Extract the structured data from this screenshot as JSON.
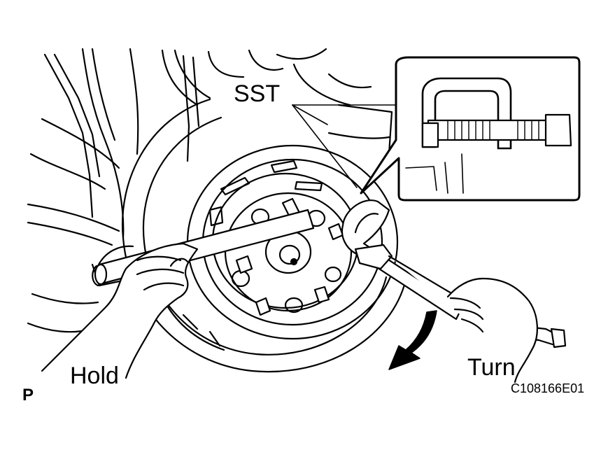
{
  "labels": {
    "sst": "SST",
    "hold": "Hold",
    "turn": "Turn",
    "p": "P",
    "figure_code": "C108166E01"
  },
  "colors": {
    "ink": "#000000",
    "paper": "#ffffff"
  },
  "icons": {
    "rotation_arrow": "curved-arrow-down-left"
  }
}
